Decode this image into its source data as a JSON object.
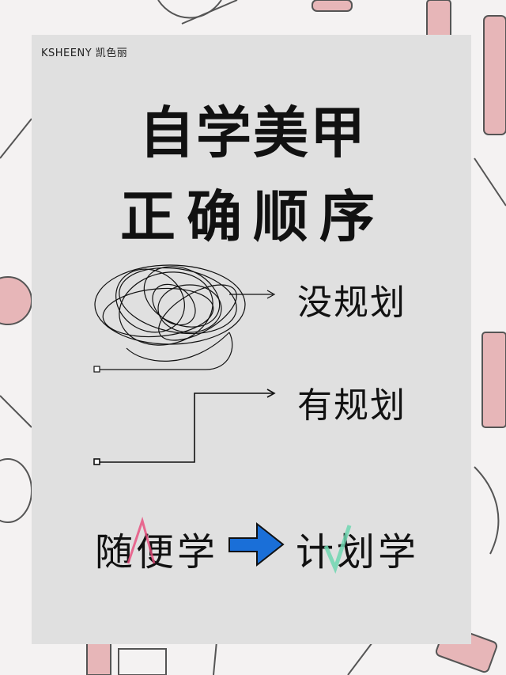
{
  "brand": "KSHEENY 凯色丽",
  "title": {
    "line1": "自学美甲",
    "line2": "正确顺序"
  },
  "comparison": [
    {
      "label": "没规划",
      "icon": "tangled-scribble-arrow-icon"
    },
    {
      "label": "有规划",
      "icon": "step-line-arrow-icon"
    }
  ],
  "bottom": {
    "from": "随便学",
    "to": "计划学",
    "arrow_icon": "blue-arrow-icon",
    "from_mark": "red-cross-icon",
    "to_mark": "green-check-icon"
  },
  "colors": {
    "panel": "#e0e0e0",
    "arrow": "#1a6fd8",
    "cross": "#e84a7a",
    "check": "#6fd6b0"
  }
}
